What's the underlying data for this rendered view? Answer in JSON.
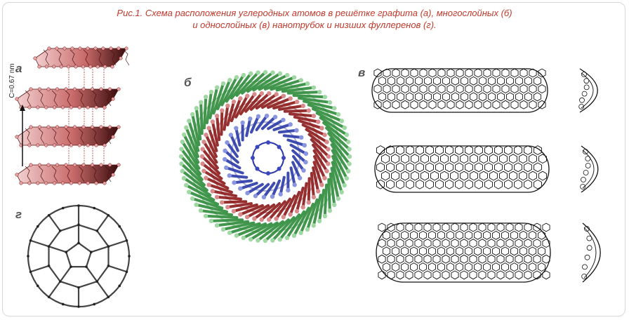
{
  "caption": {
    "line1": "Рис.1. Схема расположения углеродных атомов в решётке графита (а), многослойных (б)",
    "line2": "и однослойных (в) нанотрубок и низших фуллеренов (г)."
  },
  "panels": {
    "a": {
      "label": "а",
      "axis_label": "C=0.67 nm"
    },
    "b": {
      "label": "б"
    },
    "v": {
      "label": "в"
    },
    "g": {
      "label": "г"
    }
  },
  "colors": {
    "caption": "#c0392b",
    "graphite": "#c96a6a",
    "outer_shell": "#2e8b3a",
    "middle_shell": "#8b1a1a",
    "inner_shell": "#2c3aa8",
    "lattice_line": "#111111",
    "fullerene": "#444444"
  }
}
